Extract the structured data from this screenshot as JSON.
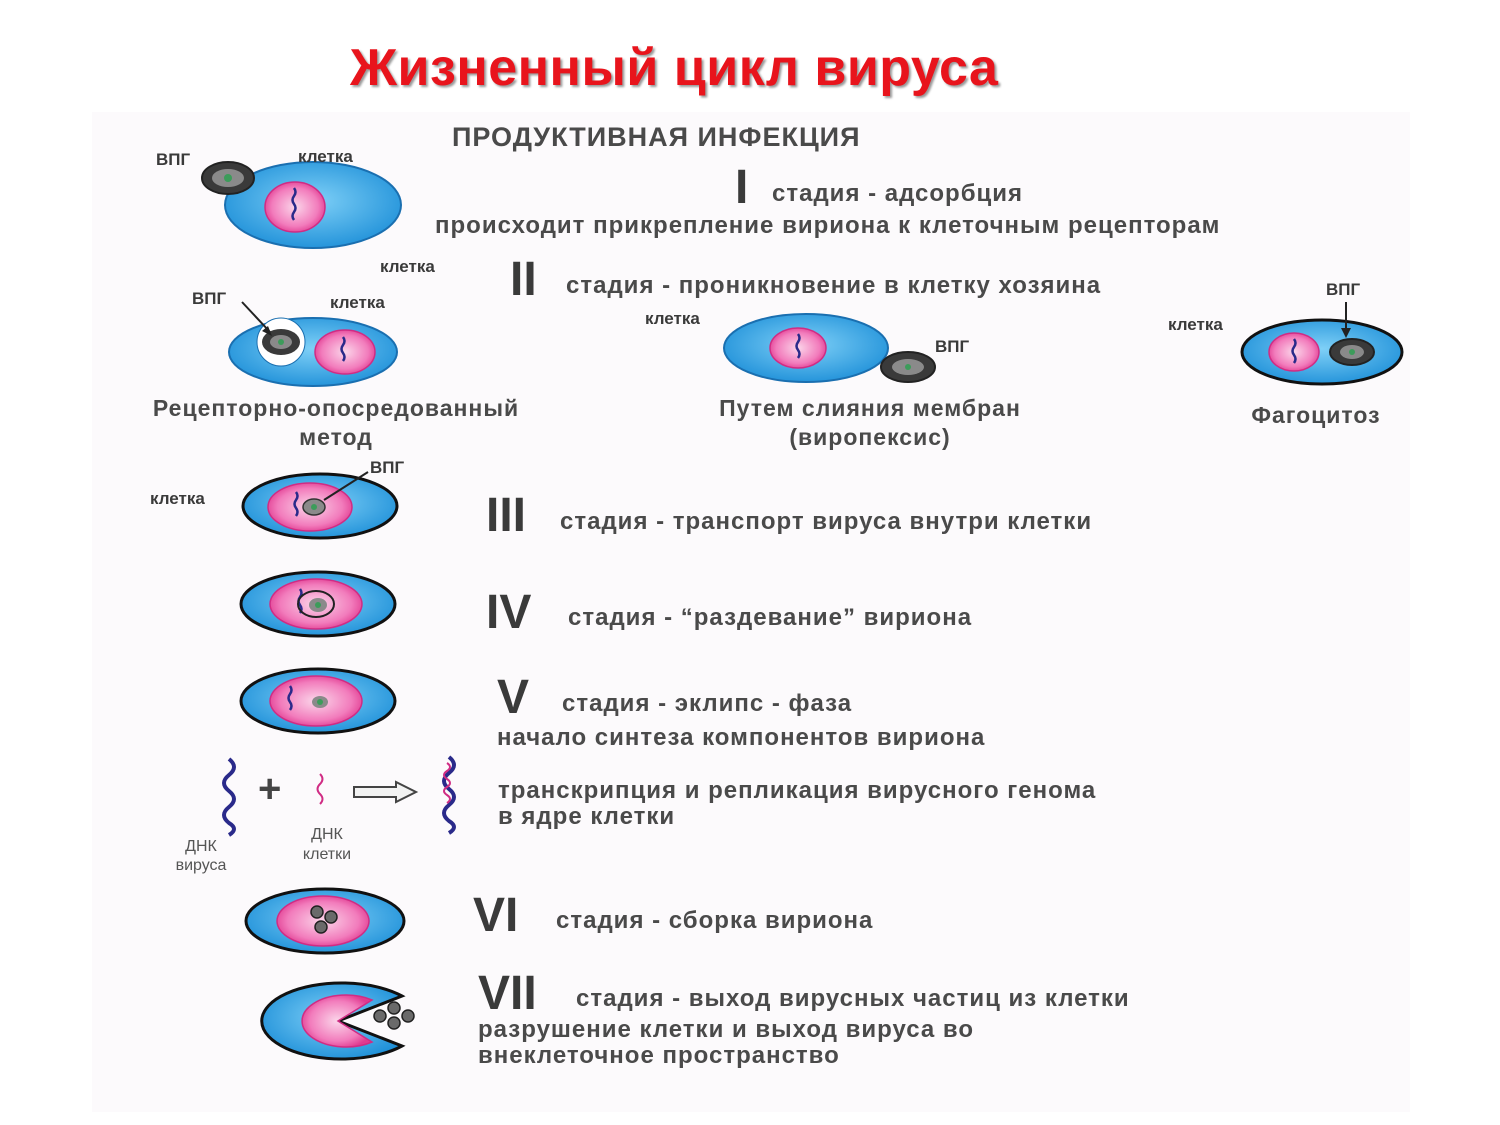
{
  "title": "Жизненный цикл вируса",
  "subtitle": "ПРОДУКТИВНАЯ ИНФЕКЦИЯ",
  "labels": {
    "vpg": "ВПГ",
    "cell": "клетка"
  },
  "stages": [
    {
      "roman": "I",
      "line1": "стадия - адсорбция",
      "line2": "происходит прикрепление вириона к клеточным рецепторам"
    },
    {
      "roman": "II",
      "line1": "стадия - проникновение в клетку хозяина"
    },
    {
      "roman": "III",
      "line1": "стадия - транспорт вируса внутри клетки"
    },
    {
      "roman": "IV",
      "line1": "стадия - “раздевание” вириона"
    },
    {
      "roman": "V",
      "line1": "стадия - эклипс - фаза",
      "line2": "начало синтеза компонентов вириона"
    },
    {
      "roman": "VI",
      "line1": "стадия - сборка вириона"
    },
    {
      "roman": "VII",
      "line1": "стадия - выход вирусных частиц из клетки",
      "line2": "разрушение клетки и выход вируса во",
      "line3": "внеклеточное пространство"
    }
  ],
  "entry_methods": {
    "receptor_line1": "Рецепторно-опосредованный",
    "receptor_line2": "метод",
    "fusion_line1": "Путем слияния мембран",
    "fusion_line2": "(виропексис)",
    "phago": "Фагоцитоз"
  },
  "transcription": {
    "line1": "транскрипция и репликация вирусного генома",
    "line2": "в ядре клетки",
    "plus": "+",
    "dna_virus_1": "ДНК",
    "dna_virus_2": "вируса",
    "dna_cell_1": "ДНК",
    "dna_cell_2": "клетки"
  },
  "colors": {
    "title": "#e8141c",
    "cytoplasm": "#2aa3e6",
    "nucleus": "#ee3f9a",
    "virus": "#5a5a5a",
    "dna": "#2a2a8a"
  }
}
